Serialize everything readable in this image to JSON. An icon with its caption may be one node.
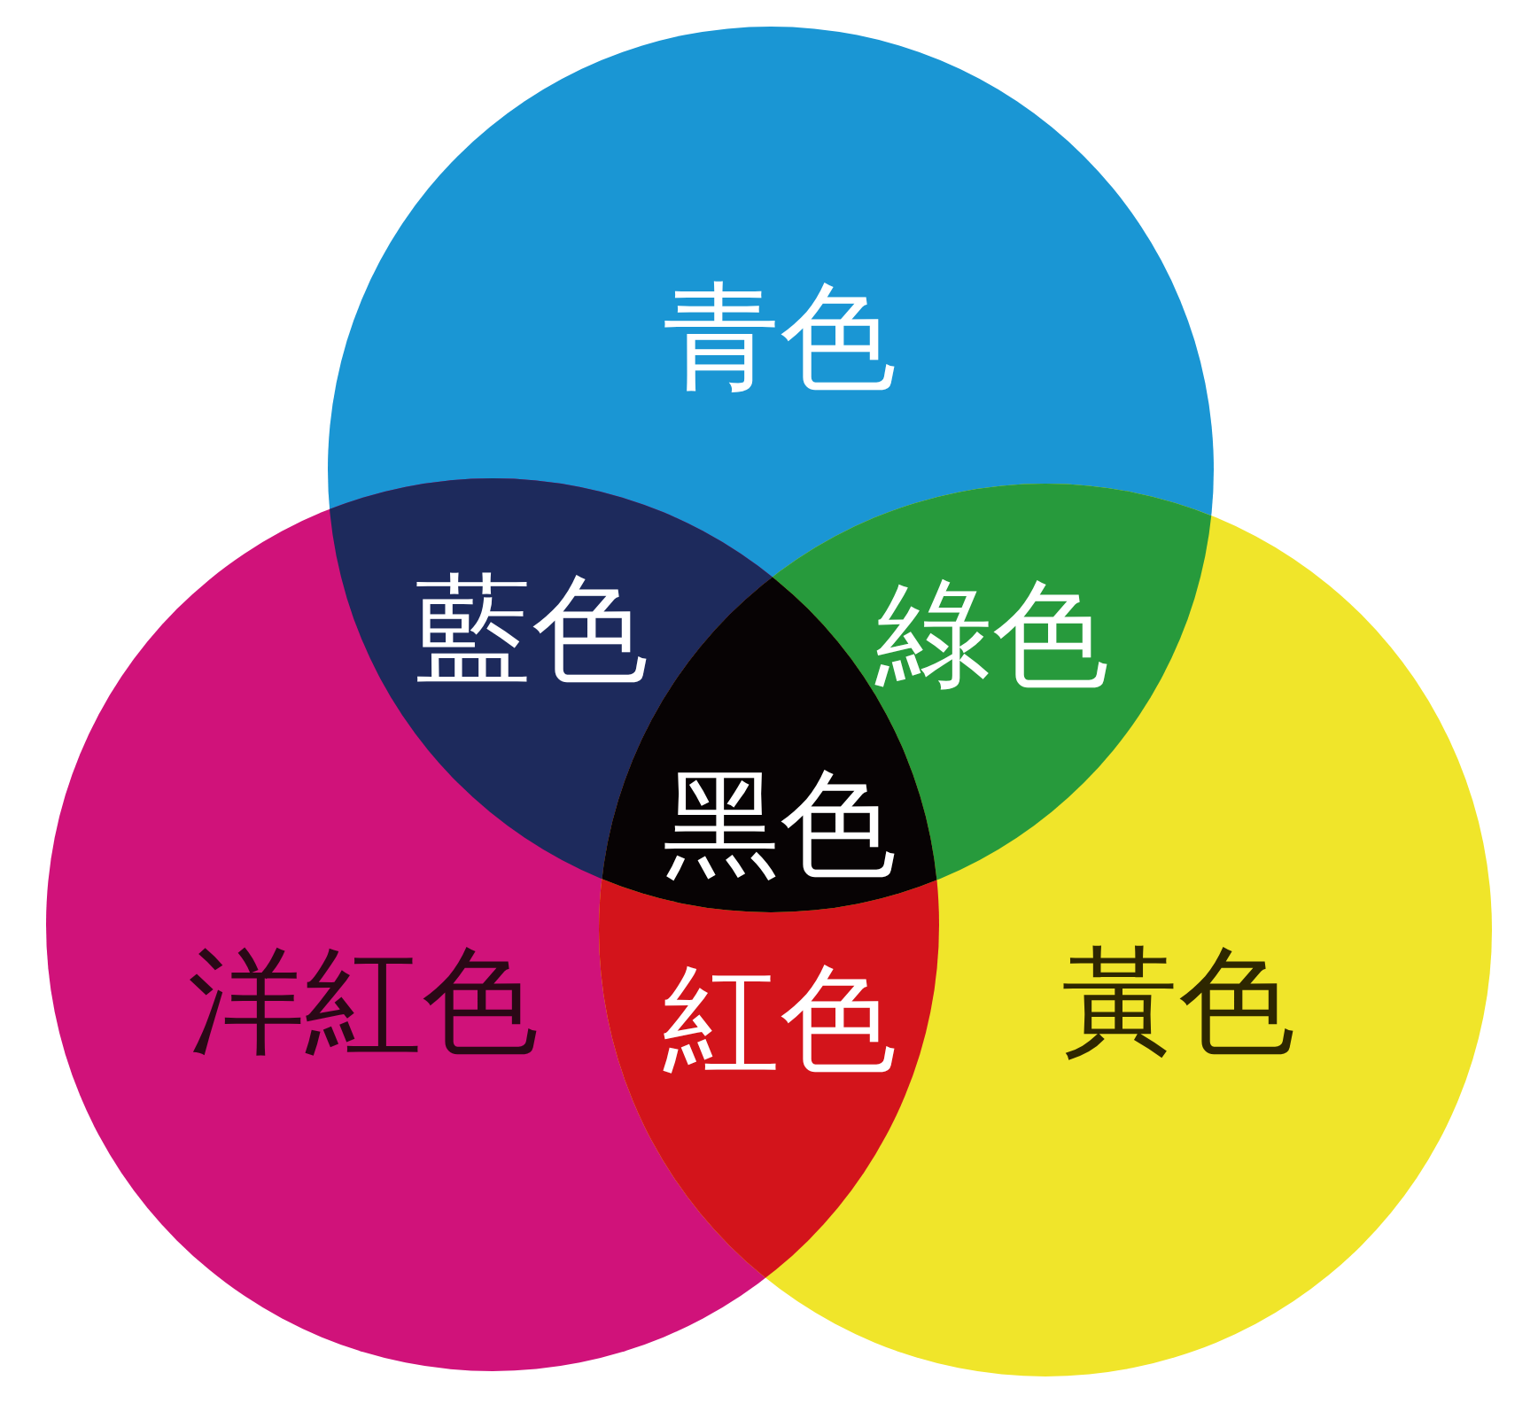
{
  "diagram": {
    "nodes": [
      {
        "text": [
          "青色"
        ]
      },
      {
        "text": [
          "洋紅色"
        ]
      },
      {
        "text": [
          "黃色"
        ]
      }
    ],
    "labels": [
      "藍色",
      "綠色",
      "黑色",
      "紅色"
    ]
  }
}
